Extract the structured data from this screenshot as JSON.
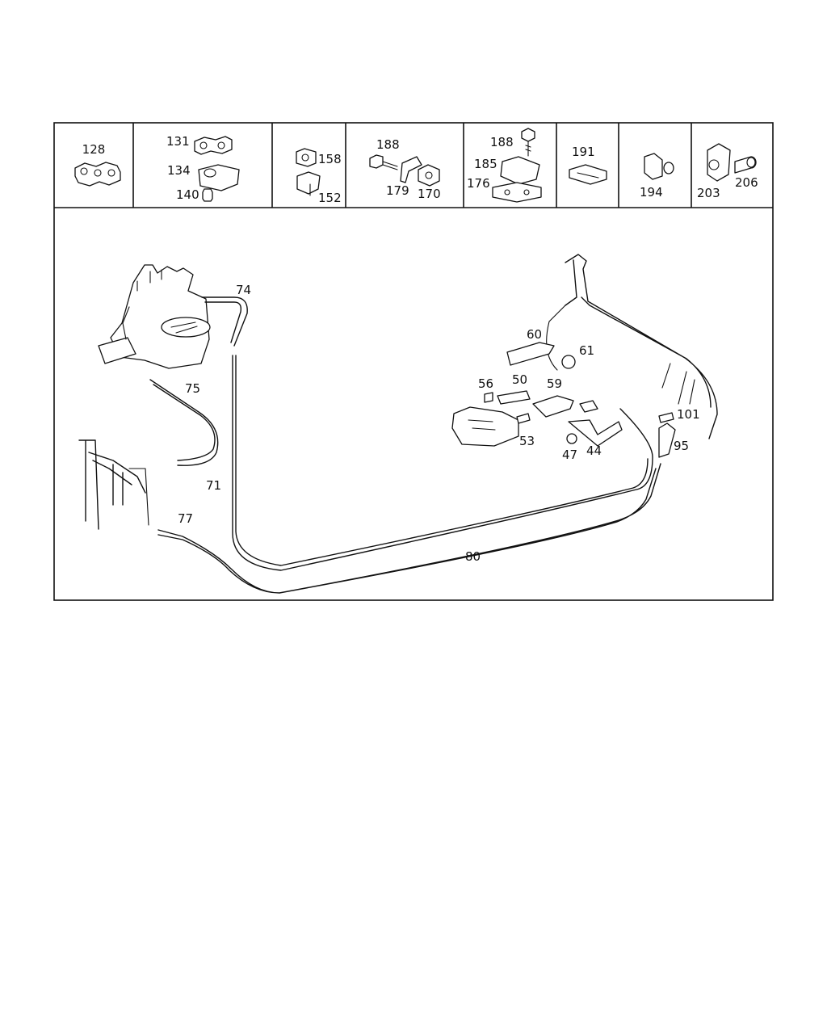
{
  "top_callouts": [
    {
      "id": "128",
      "text": "128"
    },
    {
      "id": "131",
      "text": "131"
    },
    {
      "id": "134",
      "text": "134"
    },
    {
      "id": "140",
      "text": "140"
    },
    {
      "id": "158",
      "text": "158"
    },
    {
      "id": "152",
      "text": "152"
    },
    {
      "id": "188a",
      "text": "188"
    },
    {
      "id": "179",
      "text": "179"
    },
    {
      "id": "170",
      "text": "170"
    },
    {
      "id": "188b",
      "text": "188"
    },
    {
      "id": "185",
      "text": "185"
    },
    {
      "id": "176",
      "text": "176"
    },
    {
      "id": "191",
      "text": "191"
    },
    {
      "id": "194",
      "text": "194"
    },
    {
      "id": "203",
      "text": "203"
    },
    {
      "id": "206",
      "text": "206"
    }
  ],
  "main_callouts": [
    {
      "id": "74",
      "text": "74"
    },
    {
      "id": "75",
      "text": "75"
    },
    {
      "id": "71",
      "text": "71"
    },
    {
      "id": "77",
      "text": "77"
    },
    {
      "id": "80",
      "text": "80"
    },
    {
      "id": "60",
      "text": "60"
    },
    {
      "id": "61",
      "text": "61"
    },
    {
      "id": "56",
      "text": "56"
    },
    {
      "id": "50",
      "text": "50"
    },
    {
      "id": "59",
      "text": "59"
    },
    {
      "id": "53",
      "text": "53"
    },
    {
      "id": "47",
      "text": "47"
    },
    {
      "id": "44",
      "text": "44"
    },
    {
      "id": "101",
      "text": "101"
    },
    {
      "id": "95",
      "text": "95"
    }
  ]
}
